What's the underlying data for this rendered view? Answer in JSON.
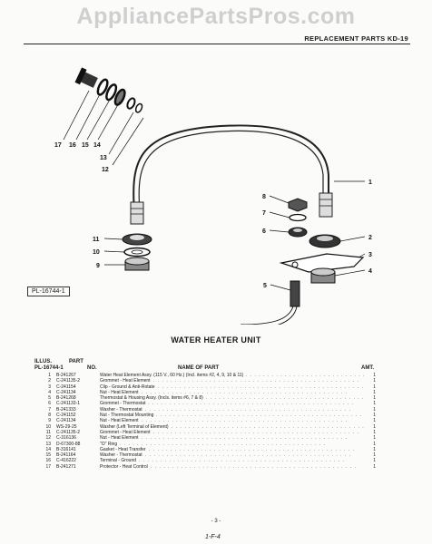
{
  "watermark": "AppliancePartsPros.com",
  "header": "REPLACEMENT PARTS KD-19",
  "figure_id": "PL-16744-1",
  "callouts": [
    "17",
    "16",
    "15",
    "14",
    "13",
    "12",
    "1",
    "8",
    "7",
    "6",
    "2",
    "3",
    "4",
    "5",
    "11",
    "10",
    "9"
  ],
  "title": "WATER HEATER UNIT",
  "col_illus": "ILLUS.",
  "col_plno": "PL-16744-1",
  "col_part": "PART",
  "col_no": "NO.",
  "col_name": "NAME OF PART",
  "col_amt": "AMT.",
  "parts": [
    {
      "illus": "1",
      "no": "B-241267",
      "name": "Water Heat Element Assy. (115 V., 60 Hz.) (Incl. items #2, 4, 9, 10 & 11)",
      "amt": "1"
    },
    {
      "illus": "2",
      "no": "C-241135-2",
      "name": "Grommet - Heat Element",
      "amt": "1"
    },
    {
      "illus": "3",
      "no": "C-241154",
      "name": "Clip - Ground & Anti-Rotate",
      "amt": "1"
    },
    {
      "illus": "4",
      "no": "C-241134",
      "name": "Nut - Heat Element",
      "amt": "1"
    },
    {
      "illus": "5",
      "no": "B-241268",
      "name": "Thermostat & Housing Assy. (Incls. items #6, 7 & 8)",
      "amt": "1"
    },
    {
      "illus": "6",
      "no": "C-241133-1",
      "name": "Grommet - Thermostat",
      "amt": "1"
    },
    {
      "illus": "7",
      "no": "B-241333",
      "name": "Washer - Thermostat",
      "amt": "1"
    },
    {
      "illus": "8",
      "no": "C-241152",
      "name": "Nut - Thermostat Mounting",
      "amt": "1"
    },
    {
      "illus": "9",
      "no": "C-241134",
      "name": "Nut - Heat Element",
      "amt": "1"
    },
    {
      "illus": "10",
      "no": "WS-29-25",
      "name": "Washer (Left Terminal of Element)",
      "amt": "1"
    },
    {
      "illus": "11",
      "no": "C-241135-2",
      "name": "Grommet - Heat Element",
      "amt": "1"
    },
    {
      "illus": "12",
      "no": "C-316136",
      "name": "Nut - Heat Element",
      "amt": "1"
    },
    {
      "illus": "13",
      "no": "D-67300-88",
      "name": "\"O\" Ring",
      "amt": "1"
    },
    {
      "illus": "14",
      "no": "B-316141",
      "name": "Gasket - Heat Transfer",
      "amt": "1"
    },
    {
      "illus": "15",
      "no": "B-241164",
      "name": "Washer - Thermostat",
      "amt": "1"
    },
    {
      "illus": "16",
      "no": "C-416222",
      "name": "Terminal - Ground",
      "amt": "1"
    },
    {
      "illus": "17",
      "no": "B-241271",
      "name": "Protector - Heat Control",
      "amt": "1"
    }
  ],
  "page_number": "- 3 -",
  "scrawl": "1-F-4"
}
